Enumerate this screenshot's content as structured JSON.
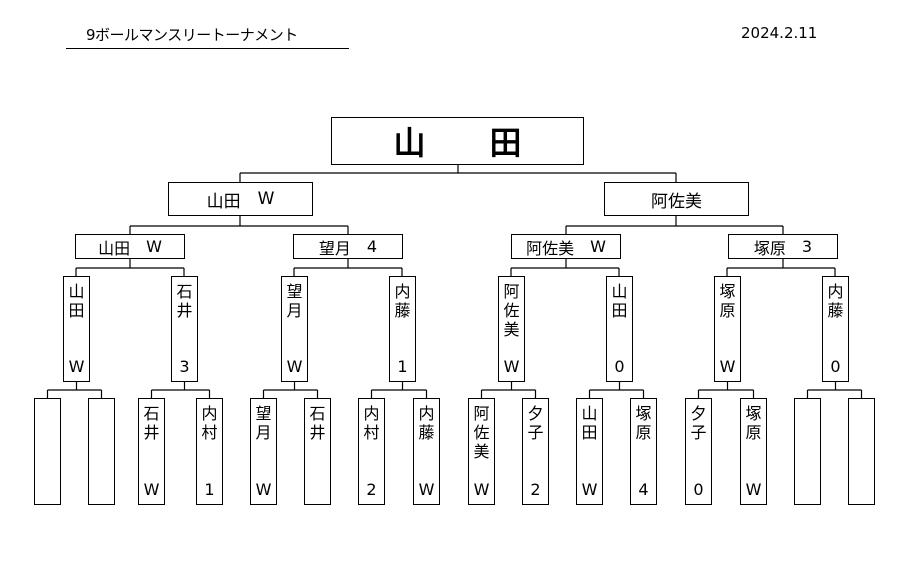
{
  "header": {
    "title": "9ボールマンスリートーナメント",
    "date": "2024.2.11"
  },
  "champion": "山　　田",
  "round2": [
    {
      "name": "山田",
      "score": "W"
    },
    {
      "name": "阿佐美",
      "score": ""
    }
  ],
  "round3": [
    {
      "name": "山田",
      "score": "W"
    },
    {
      "name": "望月",
      "score": "4"
    },
    {
      "name": "阿佐美",
      "score": "W"
    },
    {
      "name": "塚原",
      "score": "3"
    }
  ],
  "round4": [
    {
      "name": "山田",
      "score": "W"
    },
    {
      "name": "石井",
      "score": "3"
    },
    {
      "name": "望月",
      "score": "W"
    },
    {
      "name": "内藤",
      "score": "1"
    },
    {
      "name": "阿佐美",
      "score": "W"
    },
    {
      "name": "山田",
      "score": "0"
    },
    {
      "name": "塚原",
      "score": "W"
    },
    {
      "name": "内藤",
      "score": "0"
    }
  ],
  "round5": [
    {
      "name": "",
      "score": ""
    },
    {
      "name": "",
      "score": ""
    },
    {
      "name": "石井",
      "score": "W"
    },
    {
      "name": "内村",
      "score": "1"
    },
    {
      "name": "望月",
      "score": "W"
    },
    {
      "name": "石井",
      "score": ""
    },
    {
      "name": "内村",
      "score": "2"
    },
    {
      "name": "内藤",
      "score": "W"
    },
    {
      "name": "阿佐美",
      "score": "W"
    },
    {
      "name": "夕子",
      "score": "2"
    },
    {
      "name": "山田",
      "score": "W"
    },
    {
      "name": "塚原",
      "score": "4"
    },
    {
      "name": "夕子",
      "score": "0"
    },
    {
      "name": "塚原",
      "score": "W"
    },
    {
      "name": "",
      "score": ""
    },
    {
      "name": "",
      "score": ""
    }
  ]
}
